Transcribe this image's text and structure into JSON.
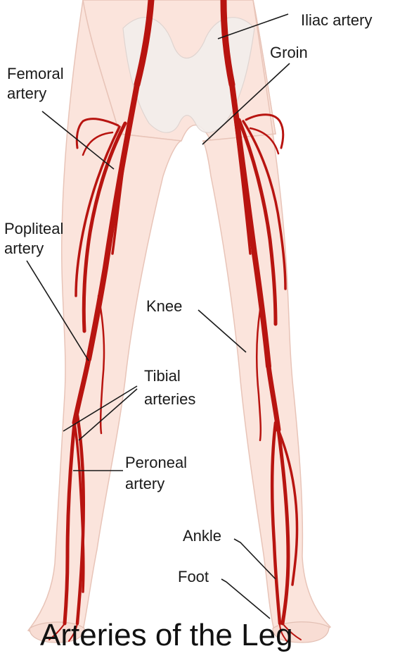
{
  "title": "Arteries of the Leg",
  "labels": {
    "iliac_artery": "Iliac artery",
    "groin": "Groin",
    "femoral_line1": "Femoral",
    "femoral_line2": "artery",
    "popliteal_line1": "Popliteal",
    "popliteal_line2": "artery",
    "knee": "Knee",
    "tibial_line1": "Tibial",
    "tibial_line2": "arteries",
    "peroneal_line1": "Peroneal",
    "peroneal_line2": "artery",
    "ankle": "Ankle",
    "foot": "Foot"
  },
  "colors": {
    "skin": "#fbe4dc",
    "skin_edge": "#e8c4b8",
    "artery": "#b81410",
    "artery_dark": "#8e0c0a",
    "pelvis": "#f0ecea"
  }
}
